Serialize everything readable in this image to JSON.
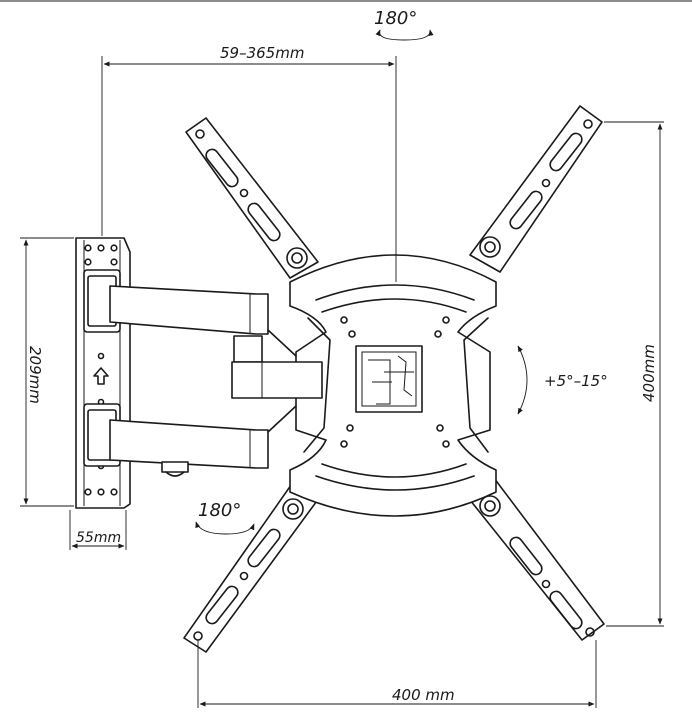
{
  "labels": {
    "swivel_top": "180°",
    "swivel_bottom": "180°",
    "extension": "59–365mm",
    "wall_plate_height": "209mm",
    "wall_plate_depth": "55mm",
    "tilt": "+5°–15°",
    "vesa_height": "400mm",
    "vesa_width": "400 mm"
  },
  "colors": {
    "line": "#1a1a1a",
    "background": "#ffffff"
  }
}
